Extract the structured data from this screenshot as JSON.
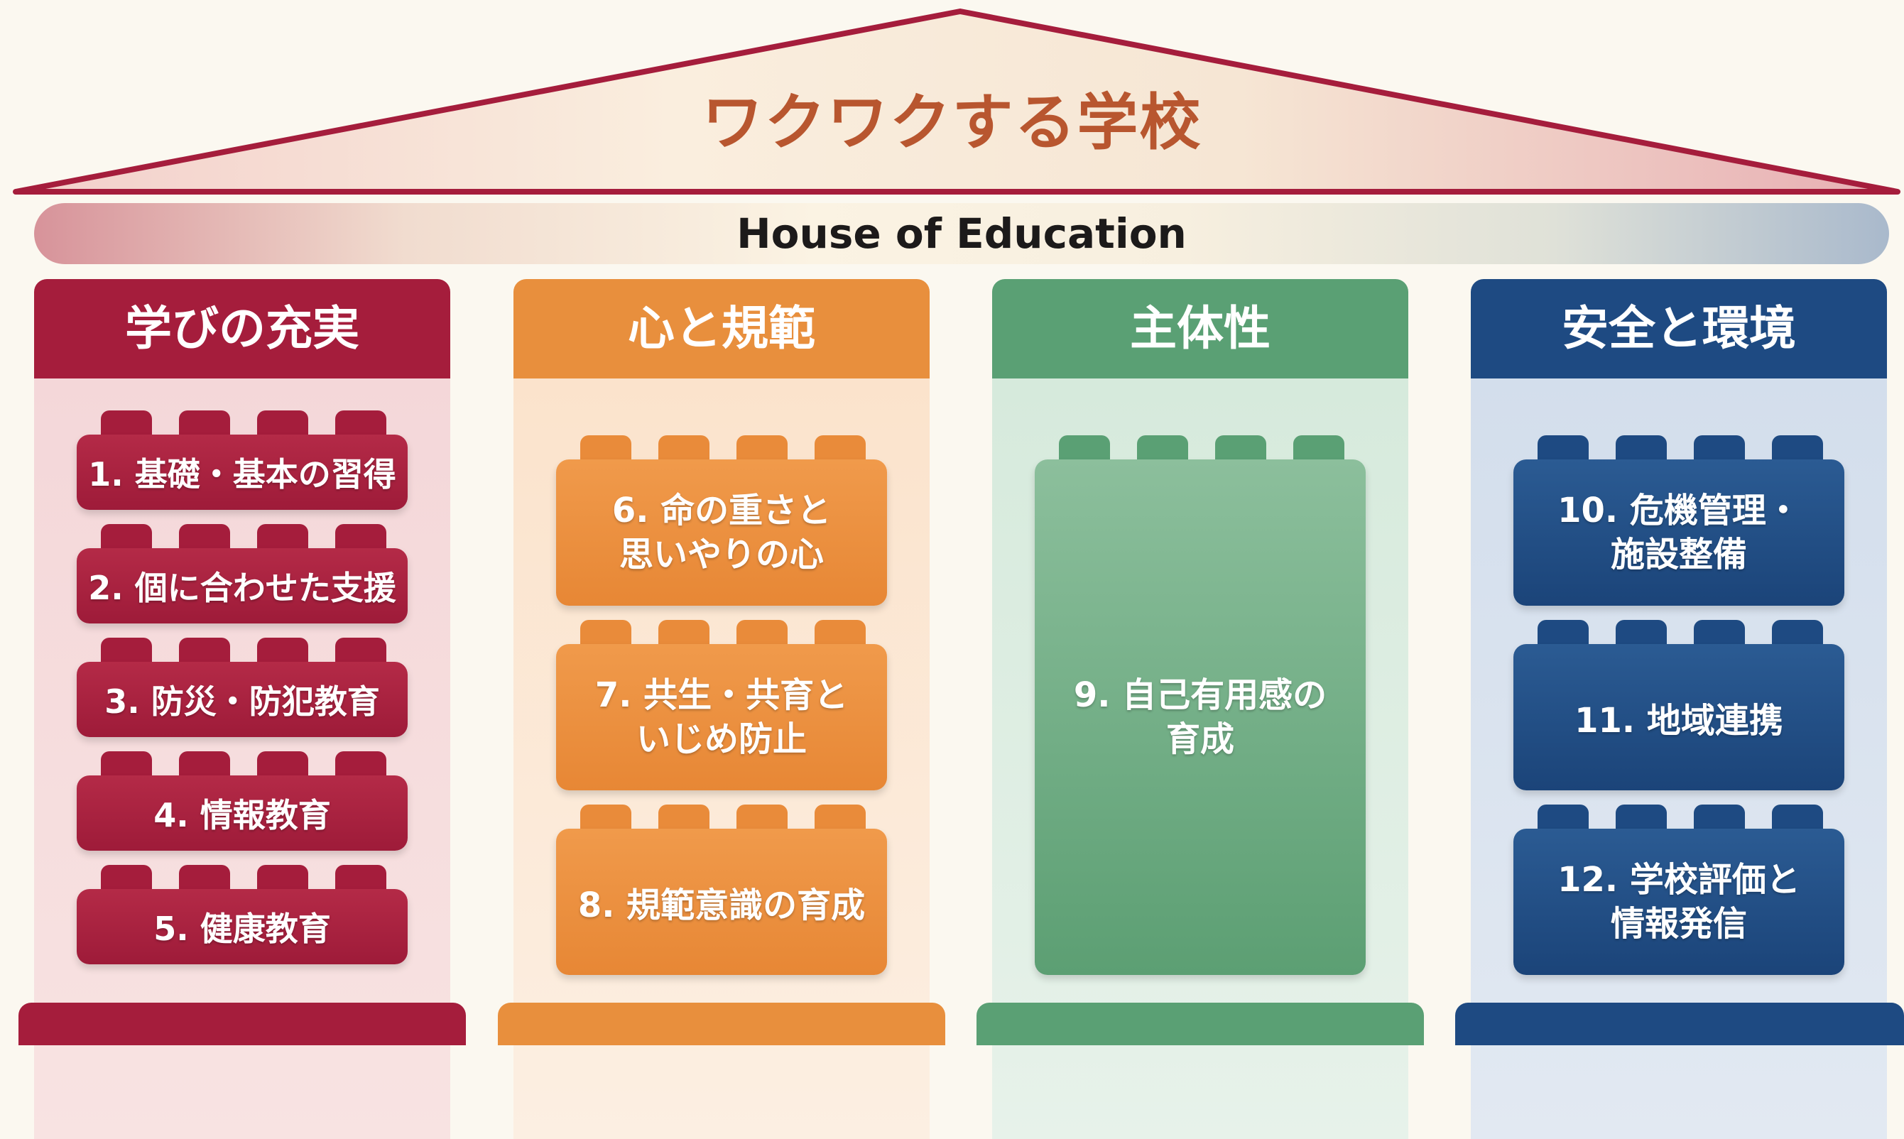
{
  "title": "ワクワクする学校",
  "subtitle": "House of Education",
  "colors": {
    "red": "#a51d3c",
    "orange": "#e88f3d",
    "green": "#5aa074",
    "blue": "#1e4a82",
    "title": "#b8562f"
  },
  "pillars": [
    {
      "title": "学びの充実",
      "items": [
        "1. 基礎・基本の習得",
        "2. 個に合わせた支援",
        "3. 防災・防犯教育",
        "4. 情報教育",
        "5. 健康教育"
      ]
    },
    {
      "title": "心と規範",
      "items": [
        "6. 命の重さと\n思いやりの心",
        "7. 共生・共育と\nいじめ防止",
        "8. 規範意識の育成"
      ]
    },
    {
      "title": "主体性",
      "items": [
        "9. 自己有用感の\n育成"
      ]
    },
    {
      "title": "安全と環境",
      "items": [
        "10. 危機管理・\n施設整備",
        "11. 地域連携",
        "12. 学校評価と\n情報発信"
      ]
    }
  ]
}
